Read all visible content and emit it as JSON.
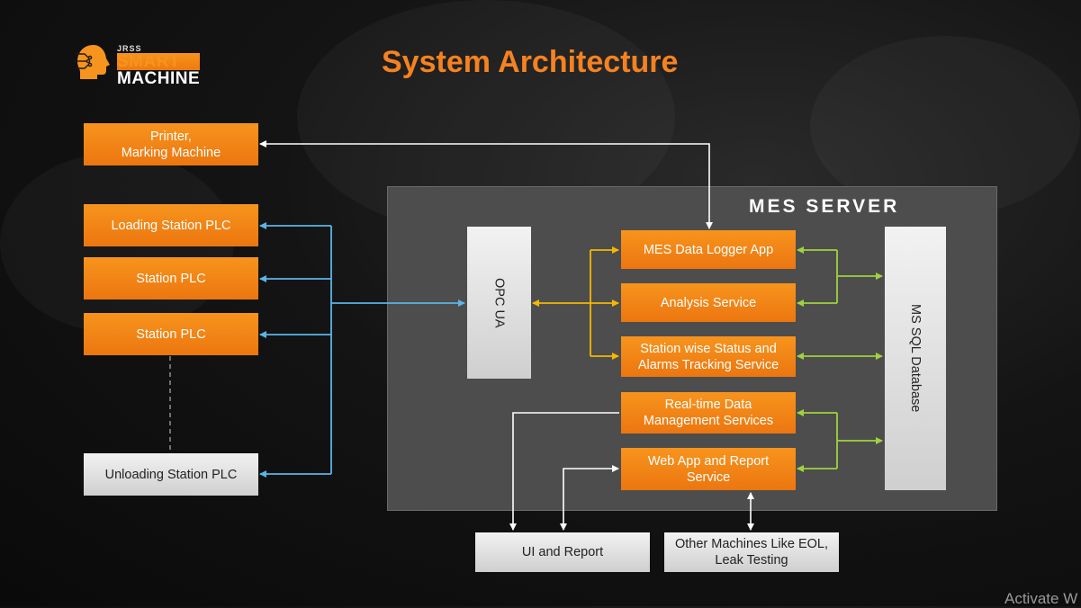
{
  "logo": {
    "small": "JRSS",
    "line1": "SMART",
    "line2": "MACHINE"
  },
  "title": "System Architecture",
  "server": {
    "title": "MES SERVER"
  },
  "left_boxes": {
    "printer": [
      "Printer,",
      "Marking Machine"
    ],
    "loading": "Loading Station PLC",
    "station1": "Station PLC",
    "station2": "Station PLC",
    "unloading": "Unloading Station PLC"
  },
  "opc": "OPC UA",
  "services": {
    "logger": "MES Data Logger App",
    "analysis": "Analysis Service",
    "status": [
      "Station wise Status and",
      "Alarms Tracking Service"
    ],
    "realtime": [
      "Real-time Data",
      "Management Services"
    ],
    "webapp": [
      "Web App and Report",
      "Service"
    ]
  },
  "database": "MS SQL Database",
  "bottom_boxes": {
    "ui": "UI and Report",
    "other": [
      "Other Machines Like EOL,",
      "Leak Testing"
    ]
  },
  "watermark": "Activate W",
  "colors": {
    "orange": "#f7941d",
    "title_orange": "#f58220",
    "blue_link": "#5bb4e8",
    "yellow_link": "#f5b800",
    "green_link": "#9fd33c",
    "server_bg": "#4d4d4d"
  }
}
